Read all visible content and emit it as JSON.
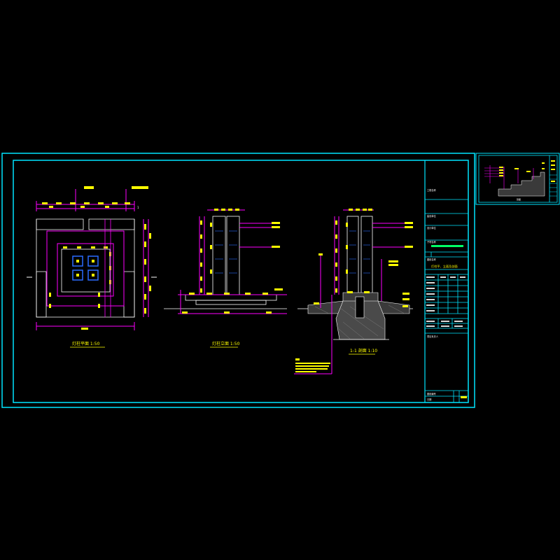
{
  "colors": {
    "background": "#000000",
    "frame": "#00e5ff",
    "dimension": "#ff00ff",
    "label": "#ffff00",
    "outline": "#ffffff",
    "title_text": "#00ff66"
  },
  "icons": [
    "cad-viewport"
  ],
  "main_sheet": {
    "views": [
      {
        "label": "灯柱平面 1:50"
      },
      {
        "label": "灯柱立面 1:50"
      },
      {
        "label": "1-1 剖面 1:10"
      }
    ],
    "title_block": {
      "rows": [
        "工程名称",
        "建设单位",
        "设计单位",
        "子项名称",
        "图纸名称",
        "灯柱平、立面及剖面",
        "项目负责人"
      ],
      "footer": [
        "图纸编号",
        "日期"
      ]
    }
  },
  "side_sheet": {
    "label": "剖面"
  }
}
